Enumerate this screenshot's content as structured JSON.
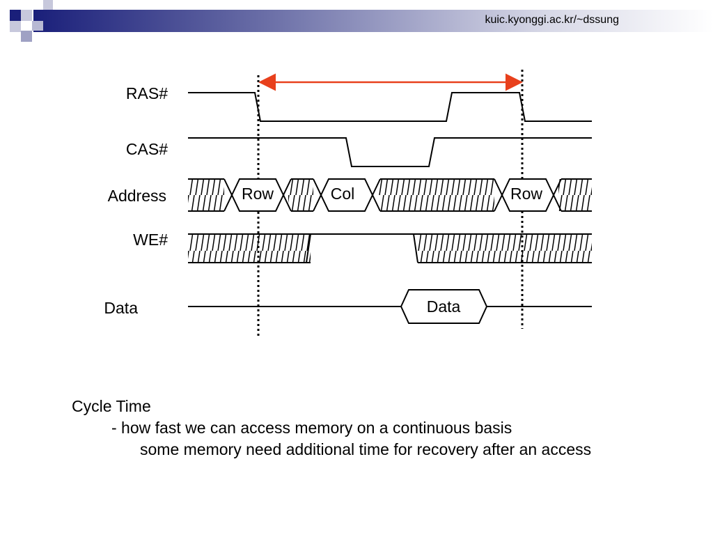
{
  "header": {
    "url": "kuic.kyonggi.ac.kr/~dssung",
    "accent_color": "#1a1f7a"
  },
  "diagram": {
    "signals": {
      "ras": "RAS#",
      "cas": "CAS#",
      "address": "Address",
      "we": "WE#",
      "data": "Data"
    },
    "address_boxes": [
      "Row",
      "Col",
      "Row"
    ],
    "data_box": "Data",
    "cycle_arrow_color": "#e8401c"
  },
  "notes": {
    "title": "Cycle Time",
    "line1": "- how fast we can access memory on a continuous basis",
    "line2": "some memory need additional time for recovery after an access"
  }
}
